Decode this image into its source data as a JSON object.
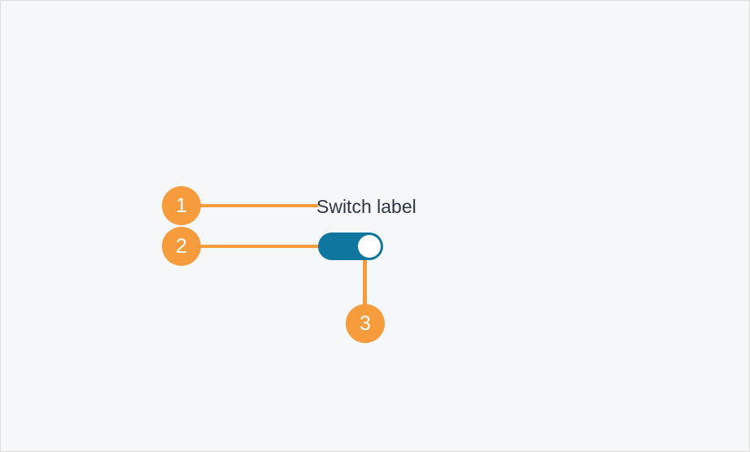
{
  "figure": {
    "background_color": "#f6f7f9",
    "border_color": "#dcdcdc",
    "accent_color": "#f79c3d",
    "switch_on_color": "#0f76a0",
    "knob_color": "#ffffff",
    "label_color": "#2b3648"
  },
  "component": {
    "type": "toggle-switch",
    "label": "Switch label",
    "state": "on"
  },
  "callouts": [
    {
      "number": "1",
      "target": "switch-label"
    },
    {
      "number": "2",
      "target": "switch-track"
    },
    {
      "number": "3",
      "target": "switch-knob"
    }
  ]
}
